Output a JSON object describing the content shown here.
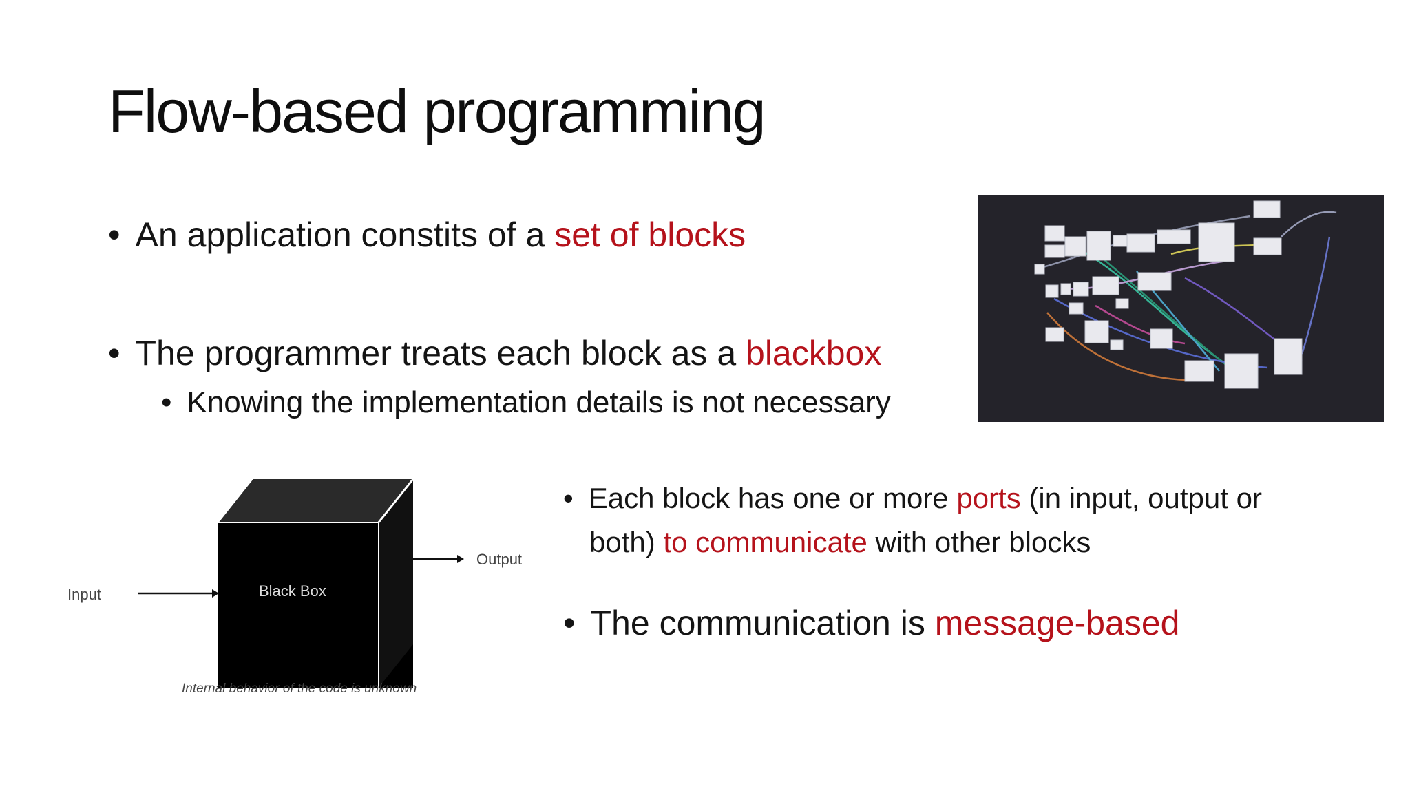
{
  "slide": {
    "title": "Flow-based programming",
    "bullets": [
      {
        "before": "An application constits of a ",
        "highlight": "set of blocks",
        "after": ""
      },
      {
        "before": "The programmer treats each block as a ",
        "highlight": "blackbox",
        "after": ""
      },
      {
        "sub": "Knowing the implementation details is not necessary"
      },
      {
        "before": "Each block has one or more ",
        "highlight": "ports",
        "mid": " (in input, output or",
        "line2_before": "both) ",
        "highlight2": "to communicate",
        "after": " with other blocks"
      },
      {
        "before": "The communication is ",
        "highlight": "message-based",
        "after": ""
      }
    ],
    "bullet_char": "•"
  },
  "black_box_diagram": {
    "input_label": "Input",
    "box_label": "Black Box",
    "output_label": "Output",
    "caption": "Internal behavior of the code is unknown"
  },
  "colors": {
    "highlight": "#b5121b",
    "text": "#141414",
    "graph_background": "#24232a"
  }
}
